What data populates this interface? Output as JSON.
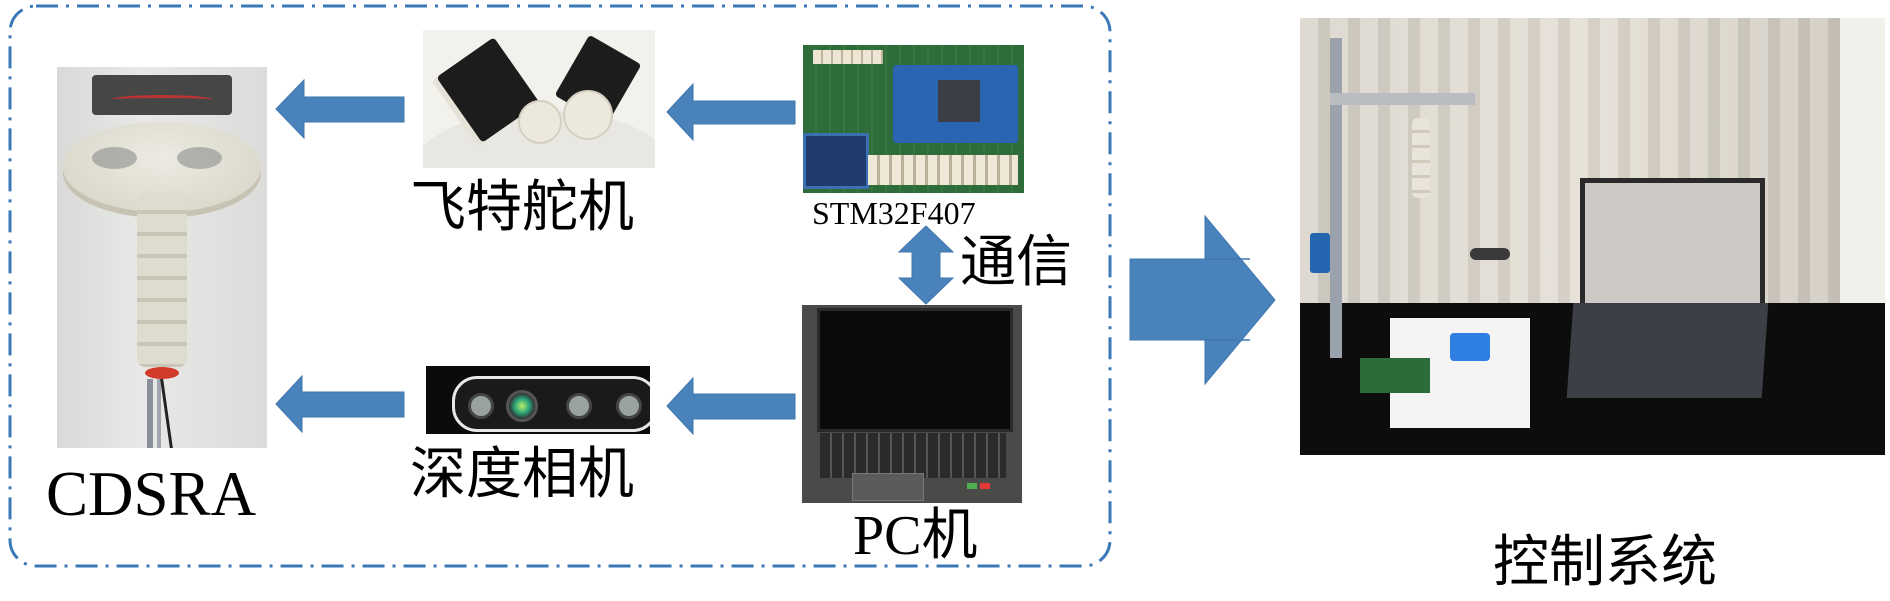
{
  "diagram": {
    "group_box": {
      "style": "dash-dot rounded border",
      "color": "#3a78b8"
    },
    "arrow_color": "#4a82bb",
    "nodes": [
      {
        "id": "cdsra",
        "label": "CDSRA",
        "image": "soft continuum robot arm photo"
      },
      {
        "id": "servo",
        "label": "飞特舵机",
        "image": "servo motors photo"
      },
      {
        "id": "mcu",
        "label": "STM32F407",
        "image": "microcontroller board photo"
      },
      {
        "id": "camera",
        "label": "深度相机",
        "image": "depth camera photo"
      },
      {
        "id": "pc",
        "label": "PC机",
        "image": "laptop photo"
      },
      {
        "id": "system",
        "label": "控制系统",
        "image": "full experimental setup photo"
      }
    ],
    "edges": [
      {
        "from": "servo",
        "to": "cdsra",
        "direction": "left"
      },
      {
        "from": "mcu",
        "to": "servo",
        "direction": "left"
      },
      {
        "from": "pc",
        "to": "camera",
        "direction": "left"
      },
      {
        "from": "camera",
        "to": "cdsra",
        "direction": "left"
      },
      {
        "from": "mcu",
        "to": "pc",
        "direction": "bidirectional",
        "label": "通信"
      },
      {
        "from": "group",
        "to": "system",
        "direction": "right"
      }
    ],
    "comm_label": "通信"
  }
}
